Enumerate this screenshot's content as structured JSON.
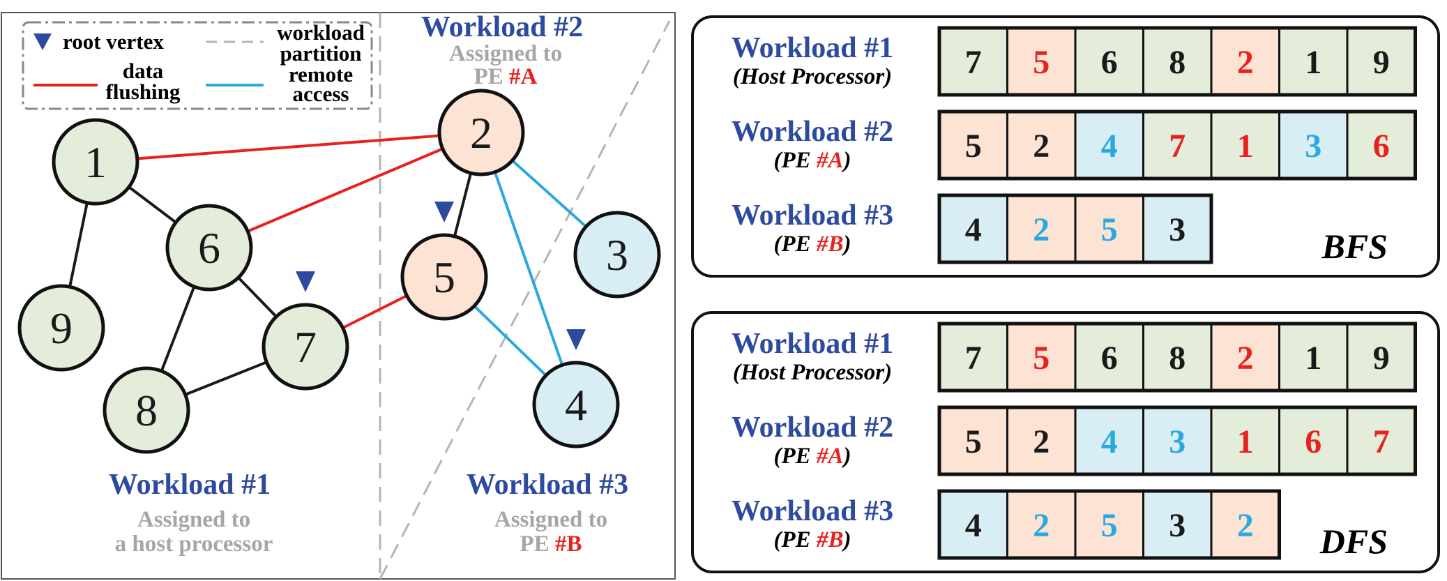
{
  "colors": {
    "host_fill": "#e4edd9",
    "pe_a_fill": "#fce3d3",
    "pe_b_fill": "#d9edf5",
    "flush_edge": "#e8201e",
    "remote_edge": "#29a9e0",
    "normal_edge": "#1a1a1a",
    "title_blue": "#2e4a9e",
    "gray_text": "#a6a6a6",
    "red_text": "#e8201e",
    "cyan_text": "#29a9e0",
    "black_text": "#1a1a1a"
  },
  "legend": {
    "root_vertex": "root vertex",
    "data_flushing_1": "data",
    "data_flushing_2": "flushing",
    "partition_1": "workload",
    "partition_2": "partition",
    "remote_1": "remote",
    "remote_2": "access"
  },
  "graph": {
    "workload1": {
      "title": "Workload #1",
      "line1": "Assigned to",
      "line2": "a host processor"
    },
    "workload2": {
      "title": "Workload #2",
      "line1": "Assigned to",
      "pe_prefix": "PE ",
      "pe_id": "#A"
    },
    "workload3": {
      "title": "Workload #3",
      "line1": "Assigned to",
      "pe_prefix": "PE ",
      "pe_id": "#B"
    },
    "nodes": [
      {
        "id": "1",
        "group": "host"
      },
      {
        "id": "6",
        "group": "host"
      },
      {
        "id": "9",
        "group": "host"
      },
      {
        "id": "7",
        "group": "host",
        "root": true
      },
      {
        "id": "8",
        "group": "host"
      },
      {
        "id": "2",
        "group": "pe_a"
      },
      {
        "id": "5",
        "group": "pe_a",
        "root": true
      },
      {
        "id": "3",
        "group": "pe_b"
      },
      {
        "id": "4",
        "group": "pe_b",
        "root": true
      }
    ],
    "edges": [
      {
        "from": "1",
        "to": "6",
        "kind": "normal"
      },
      {
        "from": "1",
        "to": "9",
        "kind": "normal"
      },
      {
        "from": "6",
        "to": "7",
        "kind": "normal"
      },
      {
        "from": "6",
        "to": "8",
        "kind": "normal"
      },
      {
        "from": "8",
        "to": "7",
        "kind": "normal"
      },
      {
        "from": "2",
        "to": "5",
        "kind": "normal"
      },
      {
        "from": "1",
        "to": "2",
        "kind": "flush"
      },
      {
        "from": "6",
        "to": "2",
        "kind": "flush"
      },
      {
        "from": "7",
        "to": "5",
        "kind": "flush"
      },
      {
        "from": "2",
        "to": "3",
        "kind": "remote"
      },
      {
        "from": "2",
        "to": "4",
        "kind": "remote"
      },
      {
        "from": "5",
        "to": "4",
        "kind": "remote"
      }
    ]
  },
  "bfs": {
    "label": "BFS",
    "rows": [
      {
        "title": "Workload #1",
        "sub_open": "(Host Processor)",
        "cells": [
          {
            "v": "7",
            "bg": "host",
            "fg": "black"
          },
          {
            "v": "5",
            "bg": "pe_a",
            "fg": "red"
          },
          {
            "v": "6",
            "bg": "host",
            "fg": "black"
          },
          {
            "v": "8",
            "bg": "host",
            "fg": "black"
          },
          {
            "v": "2",
            "bg": "pe_a",
            "fg": "red"
          },
          {
            "v": "1",
            "bg": "host",
            "fg": "black"
          },
          {
            "v": "9",
            "bg": "host",
            "fg": "black"
          }
        ]
      },
      {
        "title": "Workload #2",
        "sub_open": "(PE ",
        "sub_red": "#A",
        "sub_close": ")",
        "cells": [
          {
            "v": "5",
            "bg": "pe_a",
            "fg": "black"
          },
          {
            "v": "2",
            "bg": "pe_a",
            "fg": "black"
          },
          {
            "v": "4",
            "bg": "pe_b",
            "fg": "cyan"
          },
          {
            "v": "7",
            "bg": "host",
            "fg": "red"
          },
          {
            "v": "1",
            "bg": "host",
            "fg": "red"
          },
          {
            "v": "3",
            "bg": "pe_b",
            "fg": "cyan"
          },
          {
            "v": "6",
            "bg": "host",
            "fg": "red"
          }
        ]
      },
      {
        "title": "Workload #3",
        "sub_open": "(PE ",
        "sub_red": "#B",
        "sub_close": ")",
        "cells": [
          {
            "v": "4",
            "bg": "pe_b",
            "fg": "black"
          },
          {
            "v": "2",
            "bg": "pe_a",
            "fg": "cyan"
          },
          {
            "v": "5",
            "bg": "pe_a",
            "fg": "cyan"
          },
          {
            "v": "3",
            "bg": "pe_b",
            "fg": "black"
          }
        ]
      }
    ]
  },
  "dfs": {
    "label": "DFS",
    "rows": [
      {
        "title": "Workload #1",
        "sub_open": "(Host Processor)",
        "cells": [
          {
            "v": "7",
            "bg": "host",
            "fg": "black"
          },
          {
            "v": "5",
            "bg": "pe_a",
            "fg": "red"
          },
          {
            "v": "6",
            "bg": "host",
            "fg": "black"
          },
          {
            "v": "8",
            "bg": "host",
            "fg": "black"
          },
          {
            "v": "2",
            "bg": "pe_a",
            "fg": "red"
          },
          {
            "v": "1",
            "bg": "host",
            "fg": "black"
          },
          {
            "v": "9",
            "bg": "host",
            "fg": "black"
          }
        ]
      },
      {
        "title": "Workload #2",
        "sub_open": "(PE ",
        "sub_red": "#A",
        "sub_close": ")",
        "cells": [
          {
            "v": "5",
            "bg": "pe_a",
            "fg": "black"
          },
          {
            "v": "2",
            "bg": "pe_a",
            "fg": "black"
          },
          {
            "v": "4",
            "bg": "pe_b",
            "fg": "cyan"
          },
          {
            "v": "3",
            "bg": "pe_b",
            "fg": "cyan"
          },
          {
            "v": "1",
            "bg": "host",
            "fg": "red"
          },
          {
            "v": "6",
            "bg": "host",
            "fg": "red"
          },
          {
            "v": "7",
            "bg": "host",
            "fg": "red"
          }
        ]
      },
      {
        "title": "Workload #3",
        "sub_open": "(PE ",
        "sub_red": "#B",
        "sub_close": ")",
        "cells": [
          {
            "v": "4",
            "bg": "pe_b",
            "fg": "black"
          },
          {
            "v": "2",
            "bg": "pe_a",
            "fg": "cyan"
          },
          {
            "v": "5",
            "bg": "pe_a",
            "fg": "cyan"
          },
          {
            "v": "3",
            "bg": "pe_b",
            "fg": "black"
          },
          {
            "v": "2",
            "bg": "pe_a",
            "fg": "cyan"
          }
        ]
      }
    ]
  }
}
